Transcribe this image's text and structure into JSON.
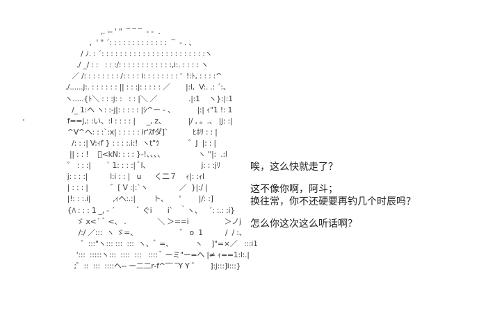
{
  "ascii_art": {
    "description": "Shift-JIS style text art of a character (Ah Dou)",
    "lines": [
      "                   ,. -‐ ' \"  ‾ ‾ ‾  ‐ -  .",
      "              ,  ' \" ´: : : : : : : : : : : : :  ‾  ‐ . 、",
      "          / ﾉ. : ´: : : : : : : : : : : : : : : : : : : : : : :ヽ",
      "        ./ _/ : :   : : :/: : : : : : : : : : : :,i:. : : : : ヽ",
      "      ／ /: : : : : : : : /: : : : i: : : : : : : : '  !:ﾄ, : : : :^",
      "   ./......j:. : : : : : : || : : :j: : : : : ／       |:l,  V:. .: ´:、",
      "   ヽ.....{ﾄ＼ : : :j: :   : : |＼ ／              .|:1    ヽ}:|:1",
      "      /_ 1:ヘ ヽ: :-j|: : : : : |ｼ^ー ‐ 、          |:| ｨ\"1 !: 1",
      "    f==j,: :い、:l : : : : |     _, z、          |/ , 。.、 |j: :|",
      "    ^V^ヘ: : :`:x| : : : : : ir'ｽfダ]`           ﾋﾎﾘ : : |",
      "      /: : :| V:ｨf } : : : :.i:!  ヽt\"ﾂ             ゛J  |: : |",
      "     || : : !    ﾞ<kN: : : : }-!、、、、               ヽ ''|:  .:l",
      "    ゜ : : :|       ` 1: : : :| ﾞl、                       j: : :jﾘ",
      "    j: : : :|          l:i : : |   u      く二７    ｨ|: :ｨl",
      "    | : : : |          ゛[ V :|:`ヽ              ／  }|:/ |",
      "    |!: : :.i|          ,ｨヘ:.:|        ト、     '        |/: :]",
      "    {ﾊ : : : 1 _, ‐ ´          ﾞ ぐi       i`   ｀ヽ、   ´: :.: :i}",
      "        ゞ x<´ ﾞ <、 .              ＼ ＞==i                ＞ノj",
      "         /:/ ／:::  ヽ ゞ=、                   ゛ o  1          /  / :、",
      "          ゛:::\"ヽ::: :::  :::  ヽ、ﾞ =、          ヽ    ]\"=×／   :::i1",
      "        ':::  :::::ヽ:::  ::::  :::   :::: ﾞ ーミ\"ー=ヘ |≠ ｨ==1:l:.|",
      "       ;゜::  :::  ::::ヘ‐‐ ー二二r‐f^‾‾ ‾Y Y ゛     ]:j:::]i:::}"
    ]
  },
  "dialogue": {
    "lines": [
      "唉，这么快就走了？",
      "",
      "这不像你啊，阿斗；",
      "换往常，你不还硬要再钓几个时辰吗？",
      "",
      "怎么你这次这么听话啊？"
    ]
  },
  "colors": {
    "background": "#ffffff",
    "art_text": "#3a3a3a",
    "dialogue_text": "#1f1f1f"
  }
}
